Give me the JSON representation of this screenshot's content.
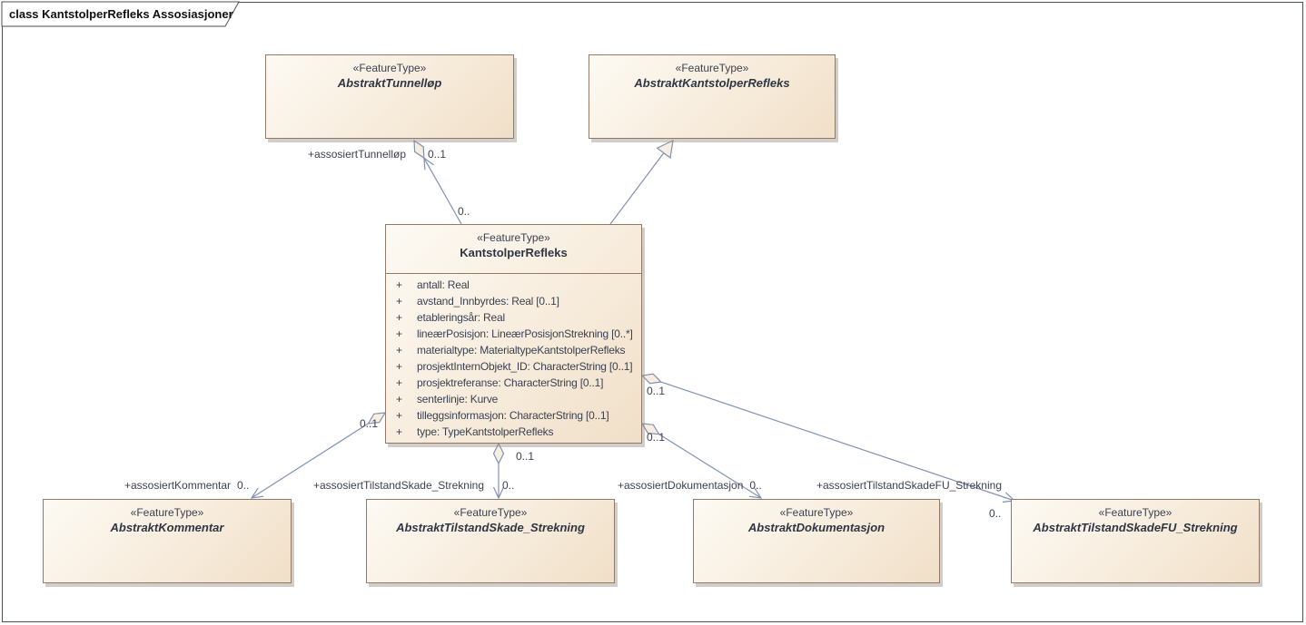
{
  "diagram": {
    "title": "class KantstolperRefleks Assosiasjoner"
  },
  "colors": {
    "node_fill": "#f7ecdc",
    "node_border": "#927a6b",
    "connector_line": "#8091b4",
    "frame_border": "#4b4f57",
    "text": "#3a4150"
  },
  "nodes": {
    "tunnellop": {
      "stereotype": "«FeatureType»",
      "name": "AbstraktTunnelløp"
    },
    "abstrakt_kantstolper": {
      "stereotype": "«FeatureType»",
      "name": "AbstraktKantstolperRefleks"
    },
    "center": {
      "stereotype": "«FeatureType»",
      "name": "KantstolperRefleks",
      "attributes": [
        {
          "vis": "+",
          "text": "antall: Real"
        },
        {
          "vis": "+",
          "text": "avstand_Innbyrdes: Real [0..1]"
        },
        {
          "vis": "+",
          "text": "etableringsår: Real"
        },
        {
          "vis": "+",
          "text": "lineærPosisjon: LineærPosisjonStrekning [0..*]"
        },
        {
          "vis": "+",
          "text": "materialtype: MaterialtypeKantstolperRefleks"
        },
        {
          "vis": "+",
          "text": "prosjektInternObjekt_ID: CharacterString [0..1]"
        },
        {
          "vis": "+",
          "text": "prosjektreferanse: CharacterString [0..1]"
        },
        {
          "vis": "+",
          "text": "senterlinje: Kurve"
        },
        {
          "vis": "+",
          "text": "tilleggsinformasjon: CharacterString [0..1]"
        },
        {
          "vis": "+",
          "text": "type: TypeKantstolperRefleks"
        }
      ]
    },
    "kommentar": {
      "stereotype": "«FeatureType»",
      "name": "AbstraktKommentar"
    },
    "tilstandskade": {
      "stereotype": "«FeatureType»",
      "name": "AbstraktTilstandSkade_Strekning"
    },
    "dokumentasjon": {
      "stereotype": "«FeatureType»",
      "name": "AbstraktDokumentasjon"
    },
    "tilstandskadefu": {
      "stereotype": "«FeatureType»",
      "name": "AbstraktTilstandSkadeFU_Strekning"
    }
  },
  "connectors": {
    "tunnellop": {
      "role": "+assosiertTunnelløp",
      "target_mult": "0..1",
      "source_mult": "0.."
    },
    "kommentar": {
      "role": "+assosiertKommentar",
      "target_mult": "0..",
      "source_mult": "0..1"
    },
    "tilstandskade": {
      "role": "+assosiertTilstandSkade_Strekning",
      "target_mult": "0..",
      "source_mult": "0..1"
    },
    "dokumentasjon": {
      "role": "+assosiertDokumentasjon",
      "target_mult": "0..",
      "source_mult": "0..1"
    },
    "tilstandskadefu": {
      "role": "+assosiertTilstandSkadeFU_Strekning",
      "target_mult": "0..",
      "source_mult": "0..1"
    }
  }
}
